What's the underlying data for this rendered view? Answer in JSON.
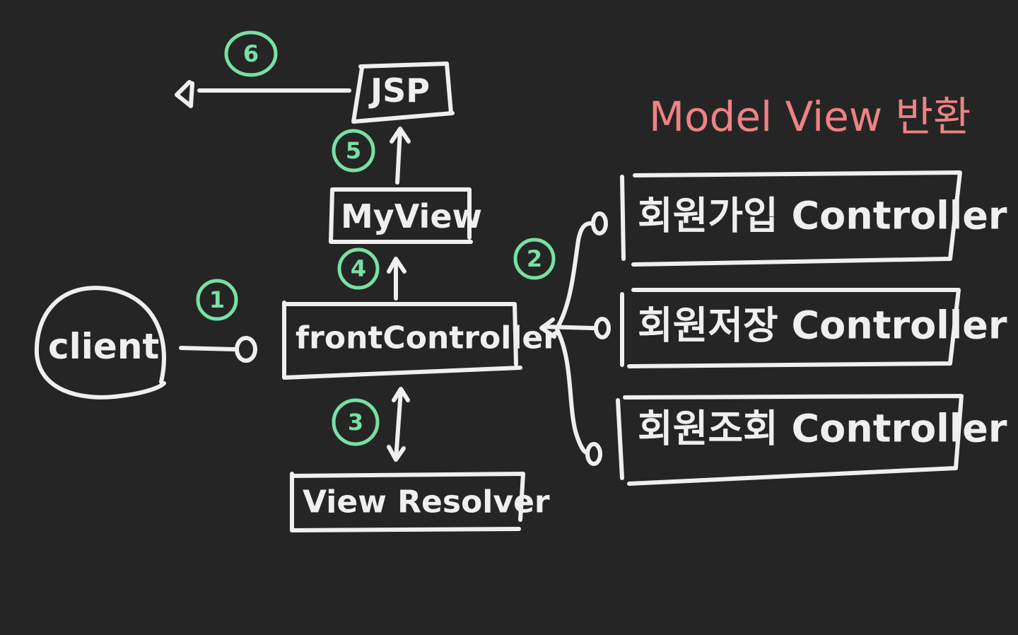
{
  "diagram": {
    "title": "Model View 반환",
    "nodes": {
      "client": "client",
      "front_controller": "frontController",
      "view_resolver": "View Resolver",
      "my_view": "MyView",
      "jsp": "JSP",
      "controller_join": "회원가입 Controller",
      "controller_save": "회원저장 Controller",
      "controller_list": "회원조회 Controller"
    },
    "steps": [
      "1",
      "2",
      "3",
      "4",
      "5",
      "6"
    ],
    "colors": {
      "background": "#252525",
      "stroke": "#efefef",
      "step": "#78e0a4",
      "title": "#ef8283"
    }
  }
}
